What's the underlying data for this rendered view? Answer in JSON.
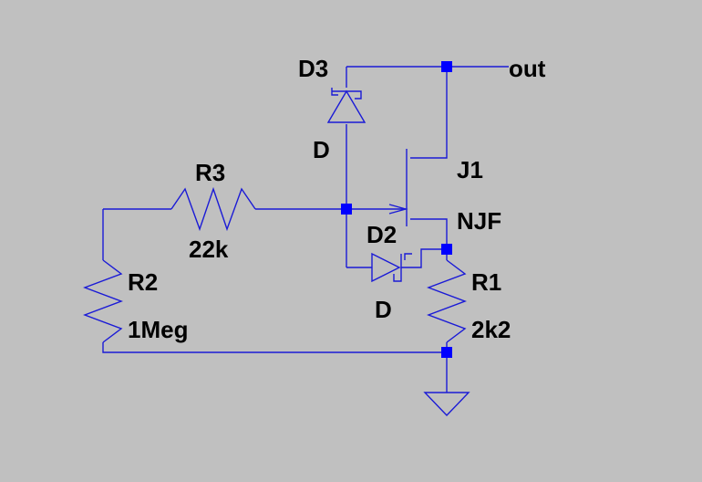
{
  "components": {
    "d3": {
      "ref": "D3",
      "model": "D"
    },
    "d2": {
      "ref": "D2",
      "model": "D"
    },
    "j1": {
      "ref": "J1",
      "model": "NJF"
    },
    "r1": {
      "ref": "R1",
      "value": "2k2"
    },
    "r2": {
      "ref": "R2",
      "value": "1Meg"
    },
    "r3": {
      "ref": "R3",
      "value": "22k"
    }
  },
  "nets": {
    "out": "out"
  },
  "colors": {
    "background": "#c0c0c0",
    "wire": "#1a1ad6",
    "node": "#0000ff",
    "text": "#000000"
  }
}
